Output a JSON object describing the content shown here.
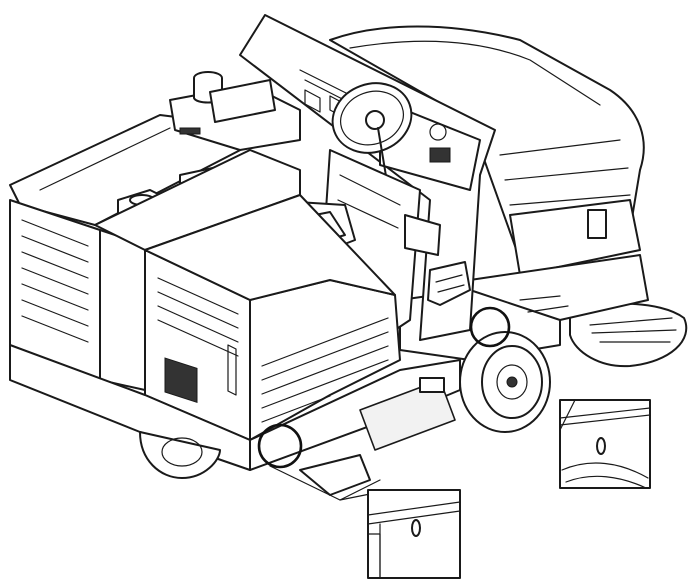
{
  "figure": {
    "subject": "ride-on-floor-sweeper",
    "callouts": [
      {
        "id": "front-side-point"
      },
      {
        "id": "rear-side-point"
      }
    ],
    "colors": {
      "line": "#1a1a1a",
      "background": "#ffffff"
    }
  }
}
